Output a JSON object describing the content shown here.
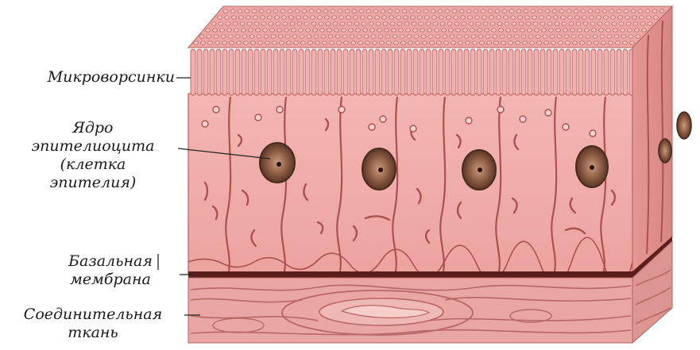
{
  "labels": {
    "microvilli": "Микроворсинки",
    "nucleus_line1": "Ядро",
    "nucleus_line2": "эпителиоцита",
    "nucleus_line3": "(клетка",
    "nucleus_line4": "эпителия)",
    "basal_line1": "Базальная",
    "basal_line2": "мембрана",
    "connective_line1": "Соединительная",
    "connective_line2": "ткань"
  },
  "colors": {
    "cell": "#f0a9a6",
    "cell_dark": "#d98885",
    "membrane": "#5a1f1c",
    "connective": "#e9a29f",
    "nucleus": "#7a4f3a",
    "side_face": "#e1908e"
  }
}
